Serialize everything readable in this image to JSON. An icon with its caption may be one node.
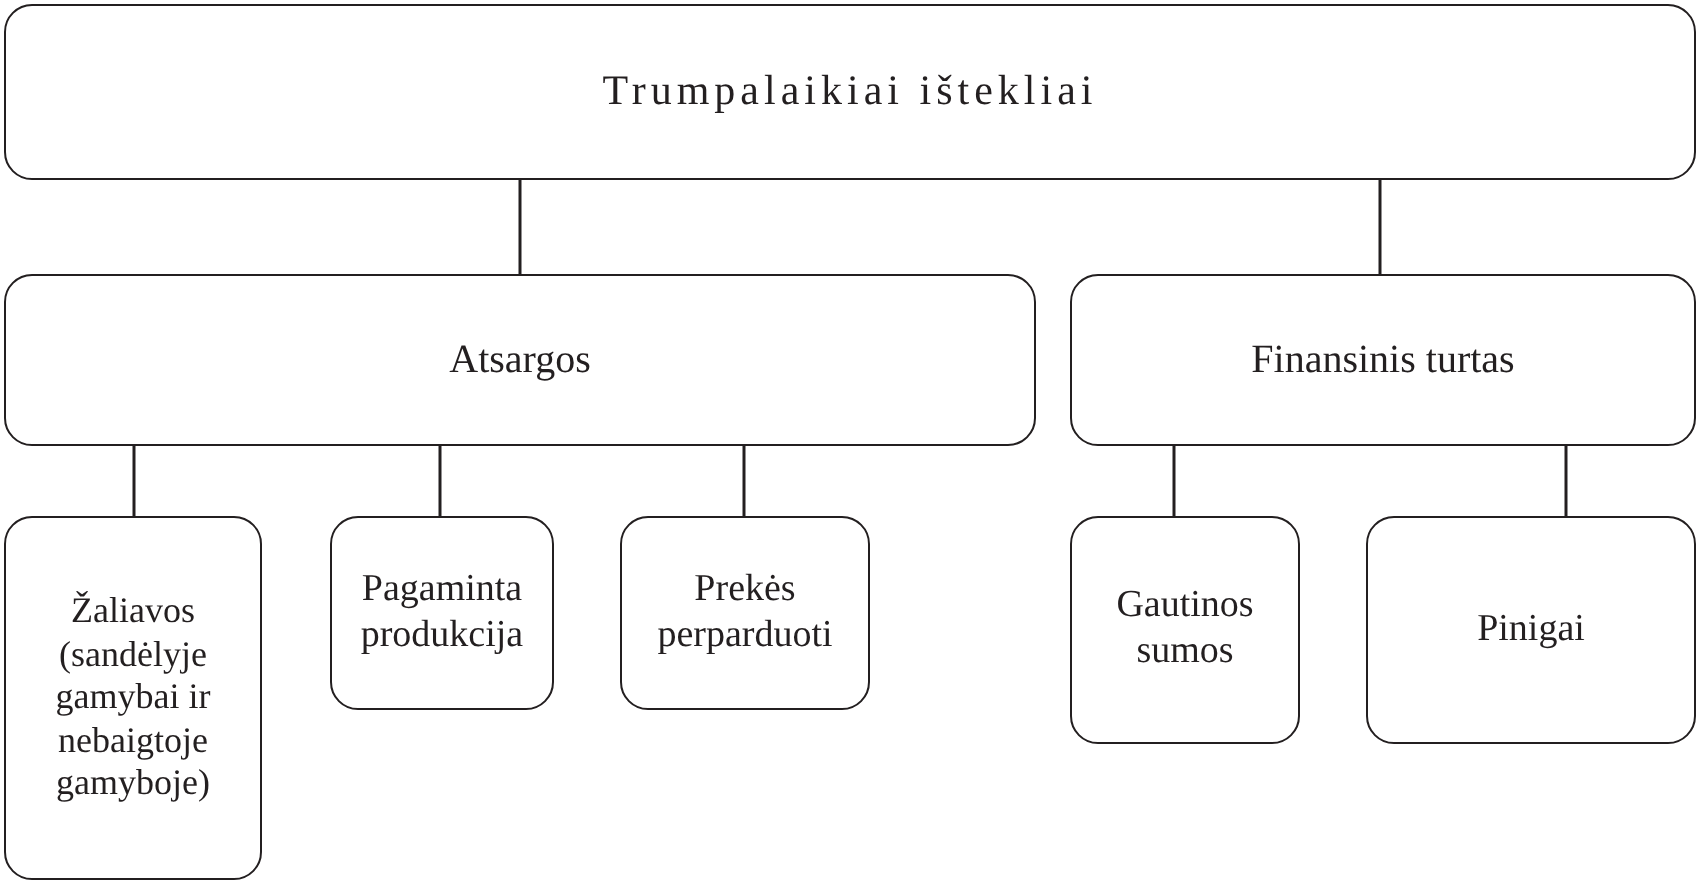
{
  "diagram": {
    "nodes": [
      {
        "text": [
          "Trumpalaikiai ištekliai"
        ]
      },
      {
        "text": [
          "Atsargos"
        ]
      },
      {
        "text": [
          "Finansinis turtas"
        ]
      },
      {
        "text": [
          "Žaliavos (sandėlyje gamybai ir nebaigtoje gamyboje)"
        ]
      },
      {
        "text": [
          "Pagaminta produkcija"
        ]
      },
      {
        "text": [
          "Prekės perparduoti"
        ]
      },
      {
        "text": [
          "Gautinos sumos"
        ]
      },
      {
        "text": [
          "Pinigai"
        ]
      }
    ],
    "edges": [
      {
        "from": 0,
        "to": 1,
        "arrow": "none"
      },
      {
        "from": 0,
        "to": 2,
        "arrow": "none"
      },
      {
        "from": 1,
        "to": 3,
        "arrow": "none"
      },
      {
        "from": 1,
        "to": 4,
        "arrow": "none"
      },
      {
        "from": 1,
        "to": 5,
        "arrow": "none"
      },
      {
        "from": 2,
        "to": 6,
        "arrow": "none"
      },
      {
        "from": 2,
        "to": 7,
        "arrow": "none"
      }
    ]
  }
}
